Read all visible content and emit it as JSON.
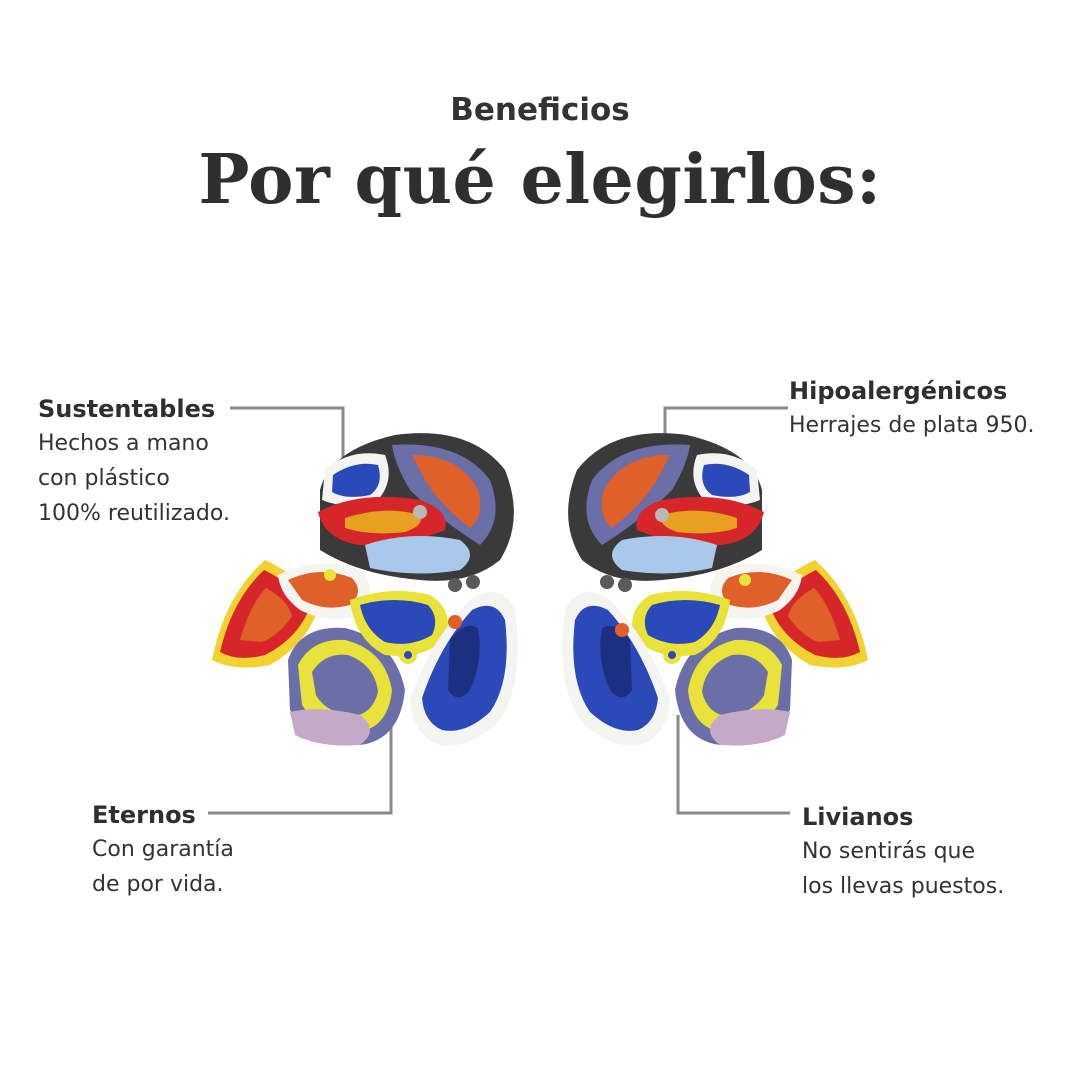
{
  "header": {
    "eyebrow": "Beneficios",
    "title": "Por qué elegirlos:"
  },
  "benefits": [
    {
      "title": "Sustentables",
      "lines": [
        "Hechos a mano",
        "con plástico",
        "100% reutilizado."
      ]
    },
    {
      "title": "Hipoalergénicos",
      "lines": [
        "Herrajes de plata 950."
      ]
    },
    {
      "title": "Eternos",
      "lines": [
        "Con garantía",
        "de por vida."
      ]
    },
    {
      "title": "Livianos",
      "lines": [
        "No sentirás que",
        "los llevas puestos."
      ]
    }
  ],
  "colors": {
    "text": "#2f2f2f",
    "connector": "#8a8a8a",
    "earring_palette": [
      "#2b49b8",
      "#e0602a",
      "#d7262a",
      "#e8e23a",
      "#f4f4f0",
      "#6a6fa8",
      "#a9c8ea",
      "#3a3a3a"
    ]
  }
}
